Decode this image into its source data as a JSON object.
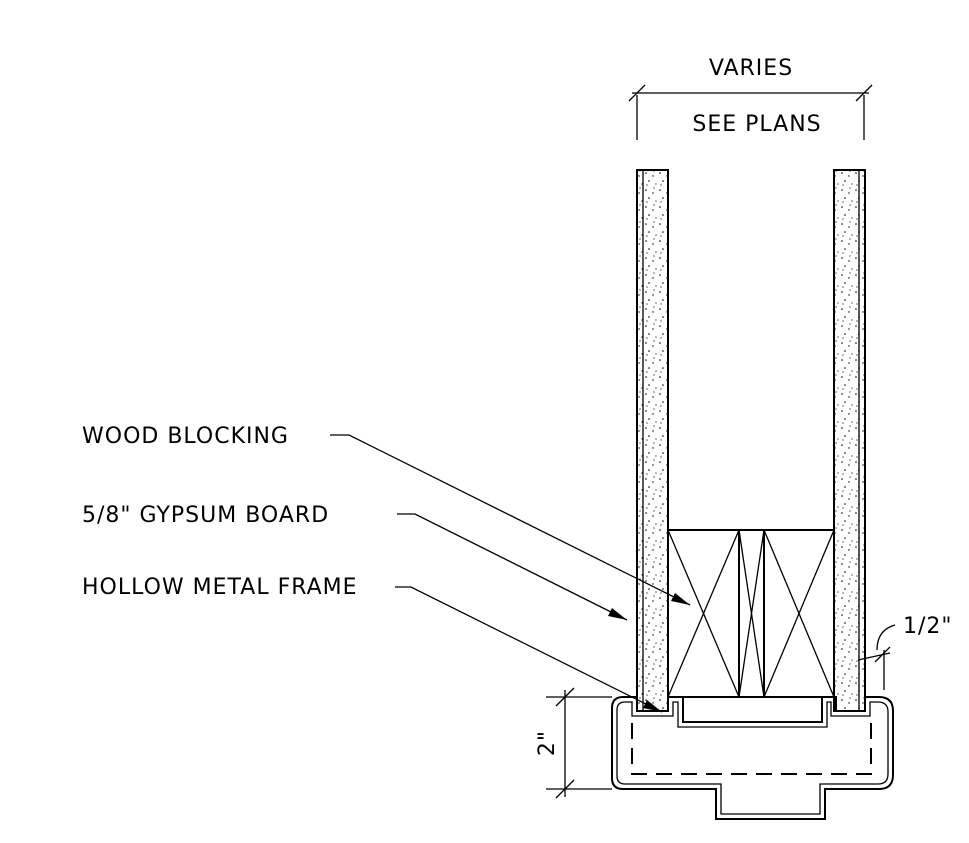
{
  "dimensions": {
    "top_line1": "VARIES",
    "top_line2": "SEE PLANS",
    "right": "1/2\"",
    "left": "2\""
  },
  "labels": {
    "wood_blocking": "WOOD BLOCKING",
    "gypsum_board": "5/8\" GYPSUM BOARD",
    "hollow_metal_frame": "HOLLOW METAL FRAME"
  }
}
